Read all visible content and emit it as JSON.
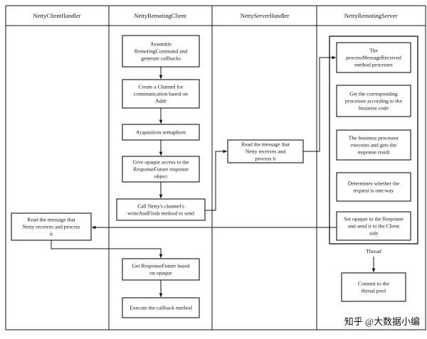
{
  "lanes": [
    {
      "id": "lane-client-handler",
      "title": "NettyClientHandler"
    },
    {
      "id": "lane-remoting-client",
      "title": "NettyRemotingClient"
    },
    {
      "id": "lane-server-handler",
      "title": "NettyServerHandler"
    },
    {
      "id": "lane-remoting-server",
      "title": "NettyRemotingServer"
    }
  ],
  "boxes": [
    {
      "id": "assemble",
      "lines": [
        "Assemble",
        "RemotingCommand and",
        "generate callbacks"
      ]
    },
    {
      "id": "create-channel",
      "lines": [
        "Create a Channel for",
        "communication based on",
        "Addr"
      ]
    },
    {
      "id": "acquire",
      "lines": [
        "Acquisition semaphore"
      ]
    },
    {
      "id": "opaque",
      "lines": [
        "Give opaque access to the",
        "ResponseFuture response",
        "object"
      ]
    },
    {
      "id": "call-netty",
      "lines": [
        "Call Netty's channel's",
        "writeAndFlush method to send"
      ]
    },
    {
      "id": "server-read",
      "lines": [
        "Read the message that",
        "Netty receives and",
        "process it"
      ]
    },
    {
      "id": "pmr",
      "lines": [
        "The",
        "processMessageReceived",
        "method processes"
      ]
    },
    {
      "id": "get-processor",
      "lines": [
        "Get the corresponding",
        "processor according to the",
        "business code"
      ]
    },
    {
      "id": "biz-exec",
      "lines": [
        "The business processor",
        "executes and gets the",
        "response result"
      ]
    },
    {
      "id": "one-way",
      "lines": [
        "Determines whether the",
        "request is one-way"
      ]
    },
    {
      "id": "set-opaque",
      "lines": [
        "Set opaque to the Response",
        "and send it to the Client",
        "side"
      ]
    },
    {
      "id": "client-read",
      "lines": [
        "Read the message that",
        "Netty receives and process",
        "it"
      ]
    },
    {
      "id": "get-future",
      "lines": [
        "Get ResponseFuture based",
        "on opaque"
      ]
    },
    {
      "id": "exec-callback",
      "lines": [
        "Execute the callback method"
      ]
    },
    {
      "id": "commit",
      "lines": [
        "Commit to the",
        "thread pool"
      ]
    }
  ],
  "thread_label": "Thread",
  "watermark": "知乎 @大数据小编"
}
